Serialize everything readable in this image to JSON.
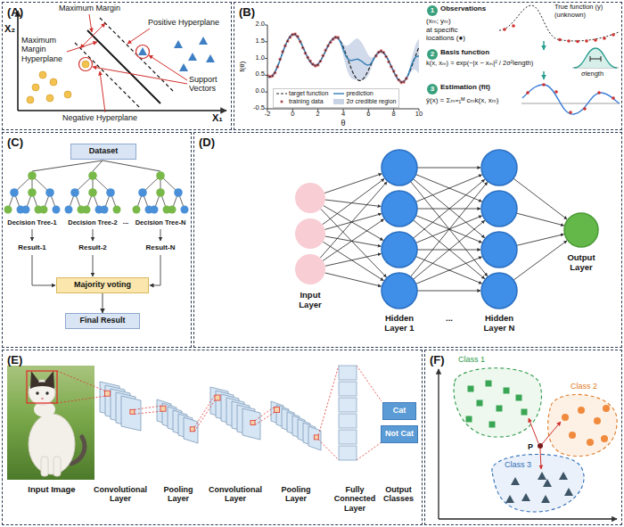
{
  "diagram": {
    "nodes": [
      {
        "text": [
          "(A)"
        ]
      },
      {
        "text": [
          "(B)"
        ]
      },
      {
        "text": [
          "1"
        ],
        "in": 1
      },
      {
        "text": [
          "2"
        ],
        "in": 1
      },
      {
        "text": [
          "3"
        ],
        "in": 1
      },
      {
        "text": [
          "(C)"
        ]
      },
      {
        "text": [
          "Dataset"
        ],
        "in": 5
      },
      {
        "text": [
          "Majority voting"
        ],
        "in": 5
      },
      {
        "text": [
          "Final Result"
        ],
        "in": 5
      },
      {
        "text": [
          "(D)"
        ]
      },
      {
        "text": [
          "(E)"
        ]
      },
      {
        "text": [
          "Cat"
        ],
        "in": 10
      },
      {
        "text": [
          "Not Cat"
        ],
        "in": 10
      },
      {
        "text": [
          "(F)"
        ]
      }
    ],
    "edges": [
      {
        "from": 7,
        "to": 8,
        "arrow": "to"
      }
    ],
    "labels": [
      "Maximum Margin",
      "X₂",
      "Positive Hyperplane",
      "Maximum Margin Hyperplane",
      "Negative Hyperplane",
      "Support Vectors",
      "X₁",
      "2.0",
      "1.5",
      "1.0",
      "0.5",
      "0.0",
      "-0.5",
      "-2",
      "0",
      "2",
      "4",
      "6",
      "8",
      "10",
      "f(θ)",
      "θ",
      "Observations",
      "(xₘ; yₘ)",
      "at specific locations (●)",
      "True function (y) (unknown)",
      "Basis function",
      "k(x, xₘ) = exp(−|x − xₘ|² / 2σ²length)",
      "σlength",
      "Estimation (fit)",
      "ŷ(x) = Σₘ₌₁ᴹ cₘk(x, xₘ)",
      "Decision Tree-1",
      "Decision Tree-2",
      "...",
      "Decision Tree-N",
      "Result-1",
      "Result-2",
      "Result-N",
      "Input Layer",
      "Hidden Layer 1",
      "...",
      "Hidden Layer N",
      "Output Layer",
      "Input Image",
      "Convolutional Layer",
      "Pooling Layer",
      "Convolutional Layer",
      "Pooling Layer",
      "Fully Connected Layer",
      "Output Classes",
      "Class 1",
      "Class 2",
      "Class 3",
      "P"
    ],
    "legend": [
      {
        "text": "target function"
      },
      {
        "text": "prediction"
      },
      {
        "text": "training data"
      },
      {
        "text": "2σ credible region",
        "color": "#c9d3e6"
      }
    ]
  }
}
